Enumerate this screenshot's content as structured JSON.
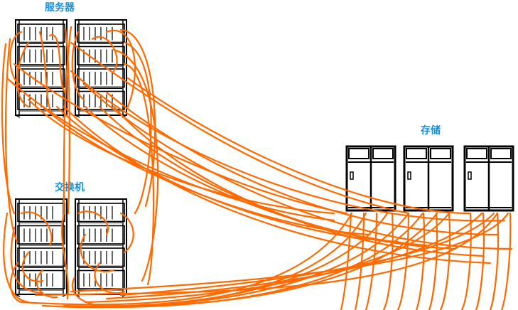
{
  "labels": {
    "servers": "服务器",
    "switches": "交换机",
    "storage": "存储"
  },
  "colors": {
    "cable": "#ff6a00",
    "label": "#1a8fd6",
    "rack": "#000000",
    "background": "#ffffff"
  }
}
